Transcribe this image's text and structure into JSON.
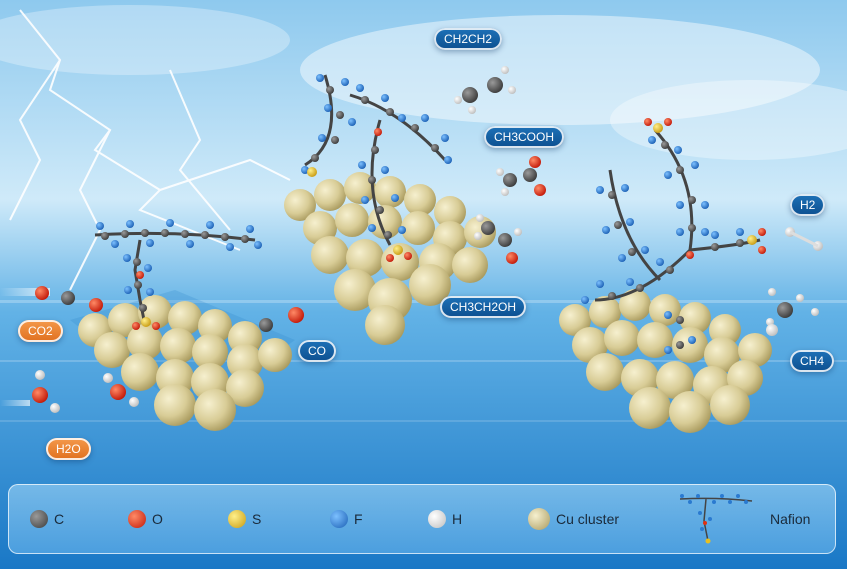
{
  "labels": {
    "ch2ch2": "CH2CH2",
    "ch3cooh": "CH3COOH",
    "ch3ch2oh": "CH3CH2OH",
    "co": "CO",
    "co2": "CO2",
    "h2o": "H2O",
    "h2": "H2",
    "ch4": "CH4"
  },
  "legend": {
    "c": "C",
    "o": "O",
    "s": "S",
    "f": "F",
    "h": "H",
    "cu": "Cu cluster",
    "nafion": "Nafion"
  },
  "colors": {
    "carbon": "#4a4a4a",
    "oxygen": "#e03010",
    "sulfur": "#e8c020",
    "fluorine": "#2a7ad0",
    "hydrogen": "#f0f0f0",
    "cu": "#d8cc96",
    "label_blue": "#1b66a8",
    "label_orange": "#ee8432"
  }
}
